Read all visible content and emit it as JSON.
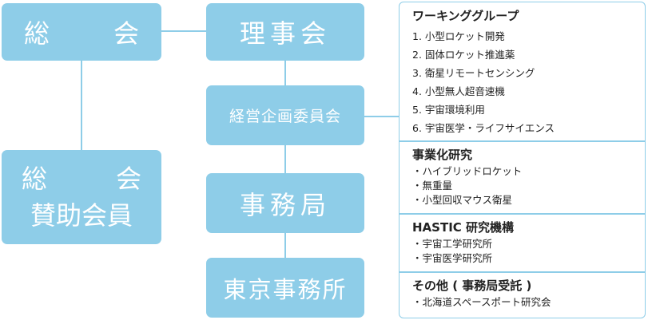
{
  "boxes": {
    "soukai": [
      "総",
      "会"
    ],
    "sanjo": {
      "row1": [
        "総",
        "会"
      ],
      "row2": "賛助会員"
    },
    "riji": "理事会",
    "keiei": "経営企画委員会",
    "jimu": "事務局",
    "tokyo": "東京事務所"
  },
  "panel": {
    "sections": [
      {
        "title": "ワーキンググループ",
        "items": [
          "1. 小型ロケット開発",
          "2. 固体ロケット推進薬",
          "3. 衛星リモートセンシング",
          "4. 小型無人超音速機",
          "5. 宇宙環境利用",
          "6. 宇宙医学・ライフサイエンス"
        ]
      },
      {
        "title": "事業化研究",
        "items": [
          "・ハイブリッドロケット",
          "・無重量",
          "・小型回収マウス衛星"
        ]
      },
      {
        "title": "HASTIC 研究機構",
        "items": [
          "・宇宙工学研究所",
          "・宇宙医学研究所"
        ]
      },
      {
        "title": "その他 ( 事務局受託 )",
        "items": [
          "・北海道スペースポート研究会"
        ]
      }
    ]
  }
}
